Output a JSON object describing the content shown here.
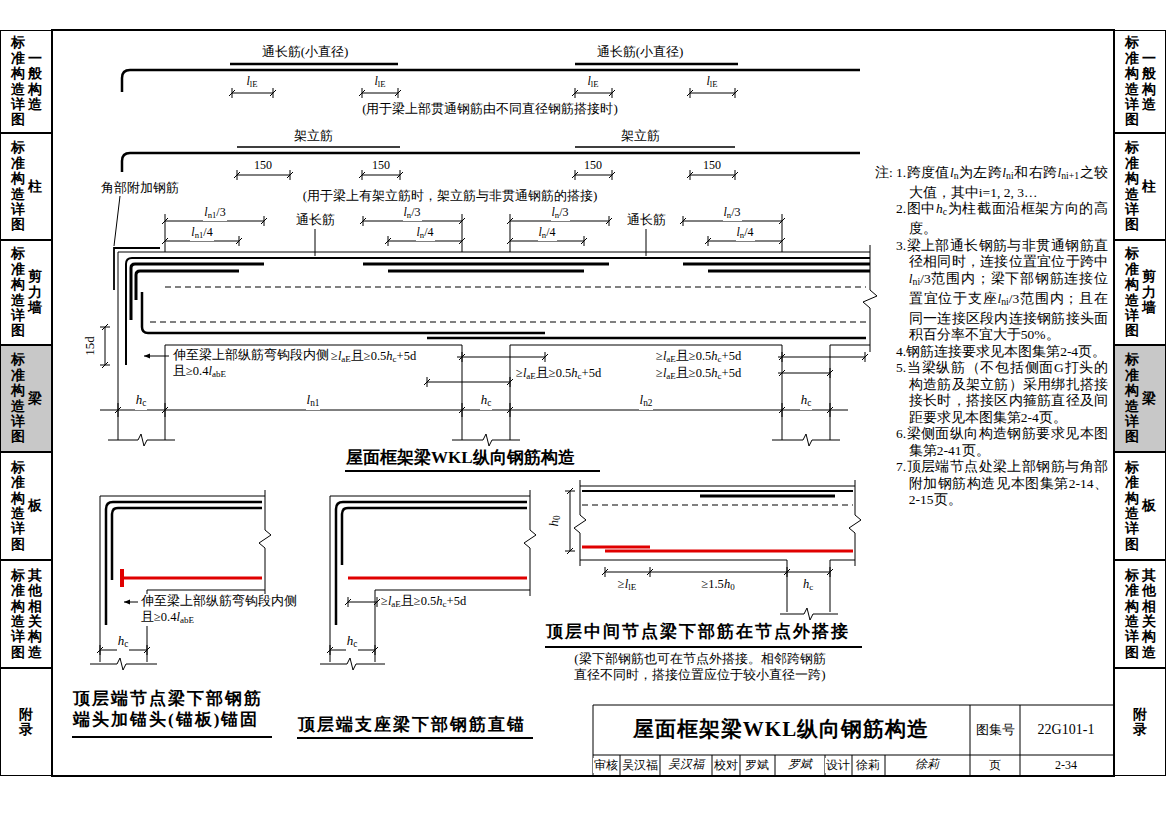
{
  "diagram": {
    "title": "屋面框架梁WKL纵向钢筋构造",
    "nodes": [
      {
        "text": [
          "标准构造详图",
          "一般构造"
        ]
      },
      {
        "text": [
          "标准构造详图",
          "柱"
        ]
      },
      {
        "text": [
          "标准构造详图",
          "剪力墙"
        ]
      },
      {
        "text": [
          "标准构造详图",
          "梁"
        ]
      },
      {
        "text": [
          "标准构造详图",
          "板"
        ]
      },
      {
        "text": [
          "标准构造详图",
          "其他相关构造"
        ]
      },
      {
        "text": [
          "附录"
        ]
      },
      {
        "text": [
          "标准构造详图",
          "一般构造"
        ]
      },
      {
        "text": [
          "标准构造详图",
          "柱"
        ]
      },
      {
        "text": [
          "标准构造详图",
          "剪力墙"
        ]
      },
      {
        "text": [
          "标准构造详图",
          "梁"
        ]
      },
      {
        "text": [
          "标准构造详图",
          "板"
        ]
      },
      {
        "text": [
          "标准构造详图",
          "其他相关构造"
        ]
      },
      {
        "text": [
          "附录"
        ]
      }
    ],
    "edges": [],
    "labels": [
      "通长筋(小直径)",
      "通长筋(小直径)",
      "llE",
      "llE",
      "llE",
      "llE",
      "(用于梁上部贯通钢筋由不同直径钢筋搭接时)",
      "架立筋",
      "架立筋",
      "150",
      "150",
      "150",
      "150",
      "(用于梁上有架立筋时，架立筋与非贯通钢筋的搭接)",
      "角部附加钢筋",
      "ln1/3",
      "ln1/4",
      "通长筋",
      "ln/3",
      "ln/4",
      "ln/3",
      "ln/4",
      "通长筋",
      "ln/3",
      "ln/4",
      "15d",
      "伸至梁上部纵筋弯钩段内侧 且≥0.4labE",
      "≥laE且≥0.5hc+5d",
      "≥laE且≥0.5hc+5d",
      "≥laE且≥0.5hc+5d",
      "≥laE且≥0.5hc+5d",
      "hc",
      "ln1",
      "hc",
      "ln2",
      "hc",
      "屋面框架梁WKL纵向钢筋构造",
      "伸至梁上部纵筋弯钩段内侧 且≥0.4labE",
      "hc",
      "顶层端节点梁下部钢筋 端头加锚头(锚板)锚固",
      "≥laE且≥0.5hc+5d",
      "hc",
      "顶层端支座梁下部钢筋直锚",
      "h0",
      "≥llE",
      "≥1.5h0",
      "hc",
      "顶层中间节点梁下部筋在节点外搭接",
      "(梁下部钢筋也可在节点外搭接。相邻跨钢筋 直径不同时，搭接位置应位于较小直径一跨)",
      "注:",
      "1.跨度值ln为左跨lni和右跨lni+1之较大值，其中i=1, 2, 3…",
      "2.图中hc为柱截面沿框架方向的高度。",
      "3.梁上部通长钢筋与非贯通钢筋直径相同时，连接位置宜位于跨中lni/3范围内；梁下部钢筋连接位置宜位于支座lni/3范围内；且在同一连接区段内连接钢筋接头面积百分率不宜大于50%。",
      "4.钢筋连接要求见本图集第2-4页。",
      "5.当梁纵筋（不包括侧面G打头的构造筋及架立筋）采用绑扎搭接接长时，搭接区内箍筋直径及间距要求见本图集第2-4页。",
      "6.梁侧面纵向构造钢筋要求见本图集第2-41页。",
      "7.顶层端节点处梁上部钢筋与角部附加钢筋构造见本图集第2-14、2-15页。",
      "图集号",
      "22G101-1",
      "审核",
      "吴汉福",
      "吴汉福",
      "校对",
      "罗斌",
      "罗斌",
      "设计",
      "徐莉",
      "徐莉",
      "页",
      "2-34"
    ]
  }
}
